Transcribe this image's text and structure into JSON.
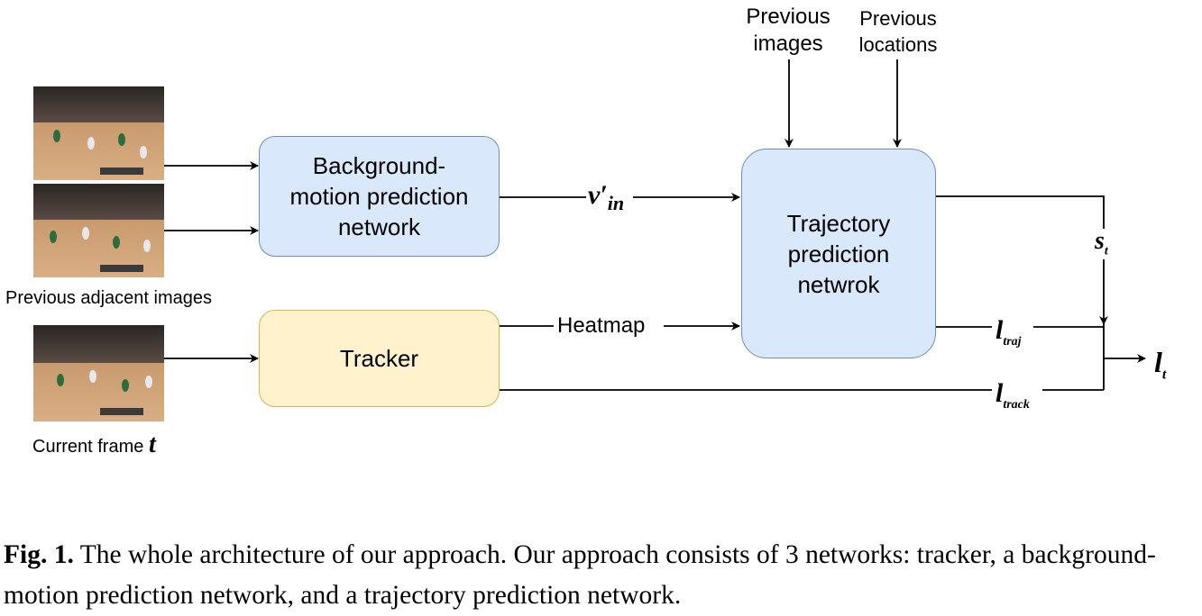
{
  "inputs": {
    "previous_adjacent_label": "Previous adjacent images",
    "current_frame_label": "Current frame",
    "current_frame_var": "t"
  },
  "nodes": {
    "background_motion": "Background-motion prediction network",
    "tracker": "Tracker",
    "trajectory": "Trajectory prediction netwrok"
  },
  "top_inputs": {
    "previous_images": "Previous images",
    "previous_locations": "Previous locations"
  },
  "edge_labels": {
    "v_in_main": "v′",
    "v_in_sub": "in",
    "heatmap": "Heatmap",
    "s_main": "s",
    "s_sub": "t",
    "l_traj_main": "l",
    "l_traj_sub": "traj",
    "l_track_main": "l",
    "l_track_sub": "track",
    "l_out_main": "l",
    "l_out_sub": "t"
  },
  "caption": {
    "label": "Fig. 1.",
    "text": "The whole architecture of our approach. Our approach consists of 3 networks: tracker, a background-motion prediction network, and a trajectory prediction network."
  },
  "colors": {
    "blue_fill": "#dae8fc",
    "blue_stroke": "#6c8ebf",
    "yellow_fill": "#fff2cc",
    "yellow_stroke": "#d6b656"
  }
}
